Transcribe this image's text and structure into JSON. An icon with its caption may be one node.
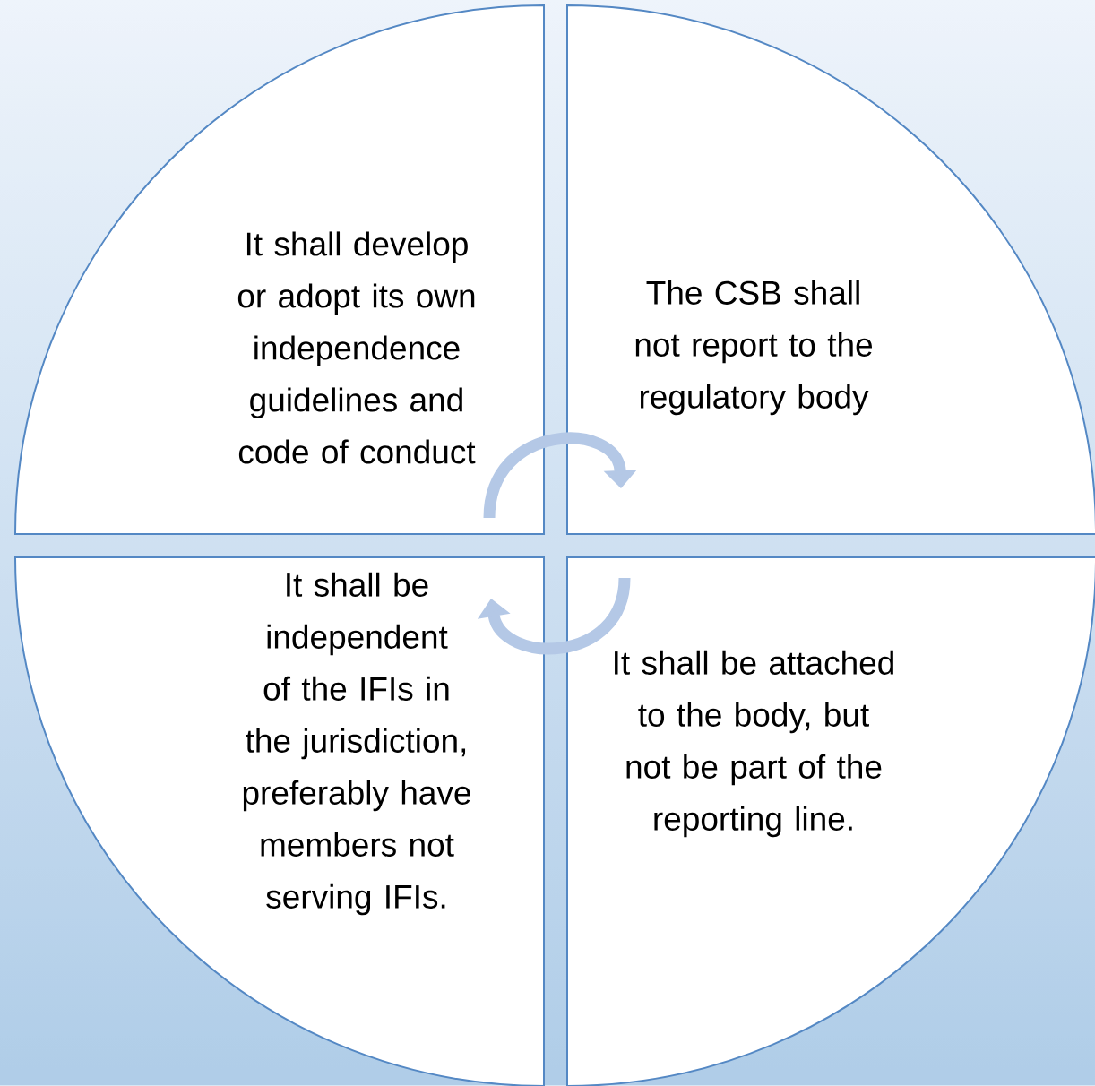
{
  "diagram": {
    "nodes": [
      {
        "text": [
          "It shall develop or adopt its own independence guidelines and code of conduct"
        ]
      },
      {
        "text": [
          "The CSB shall not report to the regulatory body"
        ]
      },
      {
        "text": [
          "It shall be independent of the IFIs in the jurisdiction, preferably have members not serving IFIs."
        ]
      },
      {
        "text": [
          "It shall be attached to the body, but not be part of the reporting line."
        ]
      }
    ],
    "edges": [
      {
        "from": 0,
        "to": 1,
        "arrow": "to"
      },
      {
        "from": 3,
        "to": 2,
        "arrow": "to"
      }
    ]
  }
}
